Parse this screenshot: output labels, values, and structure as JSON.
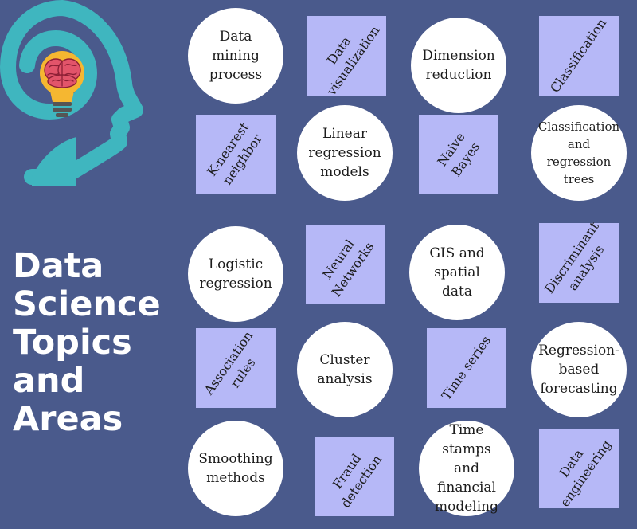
{
  "title": {
    "line1": "Data",
    "line2": "Science",
    "line3": "Topics",
    "line4": "and",
    "line5": "Areas"
  },
  "colors": {
    "background": "#4a5a8c",
    "head": "#3fb6bf",
    "bulb": "#f5b731",
    "brain": "#e2546a",
    "circle": "#ffffff",
    "square": "#b6b8f7"
  },
  "icons": {
    "logo": "head-lightbulb-brain-icon"
  },
  "topics": [
    {
      "shape": "circle",
      "lines": [
        "Data",
        "mining",
        "process"
      ]
    },
    {
      "shape": "square",
      "lines": [
        "Data",
        "visualization"
      ]
    },
    {
      "shape": "circle",
      "lines": [
        "Dimension",
        "reduction"
      ]
    },
    {
      "shape": "square",
      "lines": [
        "Classification"
      ]
    },
    {
      "shape": "square",
      "lines": [
        "K-nearest",
        "neighbor"
      ]
    },
    {
      "shape": "circle",
      "lines": [
        "Linear",
        "regression",
        "models"
      ]
    },
    {
      "shape": "square",
      "lines": [
        "Naive",
        "Bayes"
      ]
    },
    {
      "shape": "circle",
      "lines": [
        "Classification",
        "and",
        "regression",
        "trees"
      ]
    },
    {
      "shape": "circle",
      "lines": [
        "Logistic",
        "regression"
      ]
    },
    {
      "shape": "square",
      "lines": [
        "Neural",
        "Networks"
      ]
    },
    {
      "shape": "circle",
      "lines": [
        "GIS and",
        "spatial",
        "data"
      ]
    },
    {
      "shape": "square",
      "lines": [
        "Discriminant",
        "analysis"
      ]
    },
    {
      "shape": "square",
      "lines": [
        "Association",
        "rules"
      ]
    },
    {
      "shape": "circle",
      "lines": [
        "Cluster",
        "analysis"
      ]
    },
    {
      "shape": "square",
      "lines": [
        "Time series"
      ]
    },
    {
      "shape": "circle",
      "lines": [
        "Regression-",
        "based",
        "forecasting"
      ]
    },
    {
      "shape": "circle",
      "lines": [
        "Smoothing",
        "methods"
      ]
    },
    {
      "shape": "square",
      "lines": [
        "Fraud",
        "detection"
      ]
    },
    {
      "shape": "circle",
      "lines": [
        "Time stamps",
        "and financial",
        "modeling"
      ]
    },
    {
      "shape": "square",
      "lines": [
        "Data",
        "engineering"
      ]
    }
  ]
}
